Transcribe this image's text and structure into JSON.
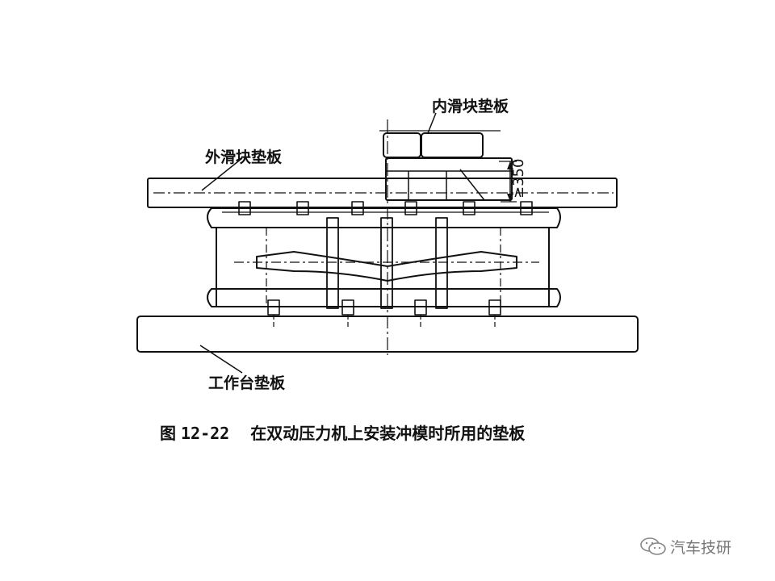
{
  "labels": {
    "inner_slide_pad": "内滑块垫板",
    "outer_slide_pad": "外滑块垫板",
    "table_pad": "工作台垫板",
    "dimension": "≥350"
  },
  "caption": {
    "figure": "图",
    "number": "12-22",
    "text": "在双动压力机上安装冲模时所用的垫板"
  },
  "watermark": {
    "icon": "wechat-icon",
    "text": "汽车技研"
  }
}
